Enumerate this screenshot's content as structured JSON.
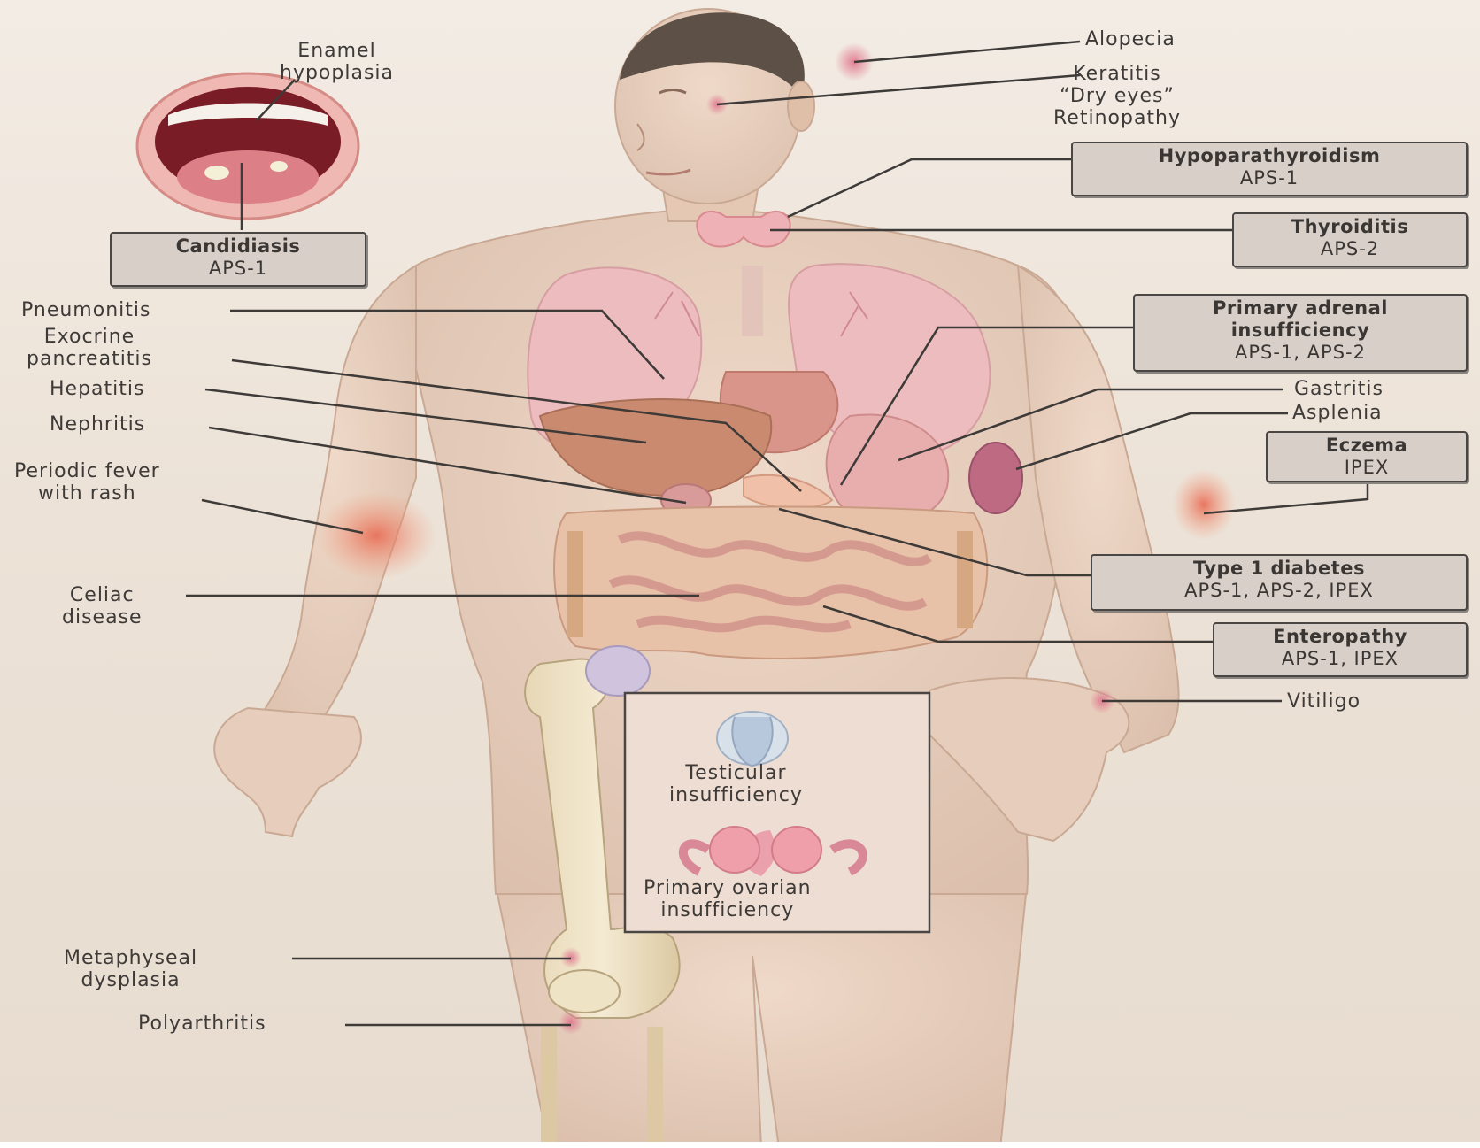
{
  "labels": {
    "enamel": [
      "Enamel",
      "hypoplasia"
    ],
    "alopecia": "Alopecia",
    "eyes": [
      "Keratitis",
      "“Dry eyes”",
      "Retinopathy"
    ],
    "pneumonitis": "Pneumonitis",
    "exocrine": [
      "Exocrine",
      "pancreatitis"
    ],
    "hepatitis": "Hepatitis",
    "nephritis": "Nephritis",
    "fever": [
      "Periodic fever",
      "with rash"
    ],
    "celiac": [
      "Celiac",
      "disease"
    ],
    "gastritis": "Gastritis",
    "asplenia": "Asplenia",
    "vitiligo": "Vitiligo",
    "metaphyseal": [
      "Metaphyseal",
      "dysplasia"
    ],
    "polyarthritis": "Polyarthritis",
    "testicular": [
      "Testicular",
      "insufficiency"
    ],
    "ovarian": [
      "Primary ovarian",
      "insufficiency"
    ]
  },
  "boxes": {
    "candidiasis": {
      "title": "Candidiasis",
      "sub": "APS-1"
    },
    "hypopara": {
      "title": "Hypoparathyroidism",
      "sub": "APS-1"
    },
    "thyroiditis": {
      "title": "Thyroiditis",
      "sub": "APS-2"
    },
    "adrenal": {
      "title": [
        "Primary adrenal",
        "insufficiency"
      ],
      "sub": "APS-1, APS-2"
    },
    "eczema": {
      "title": "Eczema",
      "sub": "IPEX"
    },
    "diabetes": {
      "title": "Type 1 diabetes",
      "sub": "APS-1, APS-2, IPEX"
    },
    "enteropathy": {
      "title": "Enteropathy",
      "sub": "APS-1, IPEX"
    }
  }
}
